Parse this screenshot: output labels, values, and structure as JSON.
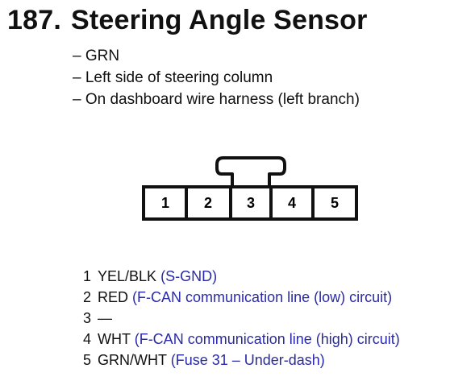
{
  "header": {
    "number": "187.",
    "title": "Steering Angle Sensor"
  },
  "info": [
    "– GRN",
    "– Left side of steering column",
    "– On dashboard wire harness (left branch)"
  ],
  "connector": {
    "cells": [
      "1",
      "2",
      "3",
      "4",
      "5"
    ]
  },
  "pins": [
    {
      "num": "1",
      "color": "YEL/BLK",
      "desc": "(S-GND)"
    },
    {
      "num": "2",
      "color": "RED",
      "desc": "(F-CAN communication line (low) circuit)"
    },
    {
      "num": "3",
      "color": "—",
      "desc": ""
    },
    {
      "num": "4",
      "color": "WHT",
      "desc": "(F-CAN communication line (high) circuit)"
    },
    {
      "num": "5",
      "color": "GRN/WHT",
      "desc": "(Fuse 31 – Under-dash)"
    }
  ],
  "colors": {
    "text": "#111111",
    "description": "#2a2aa8"
  }
}
